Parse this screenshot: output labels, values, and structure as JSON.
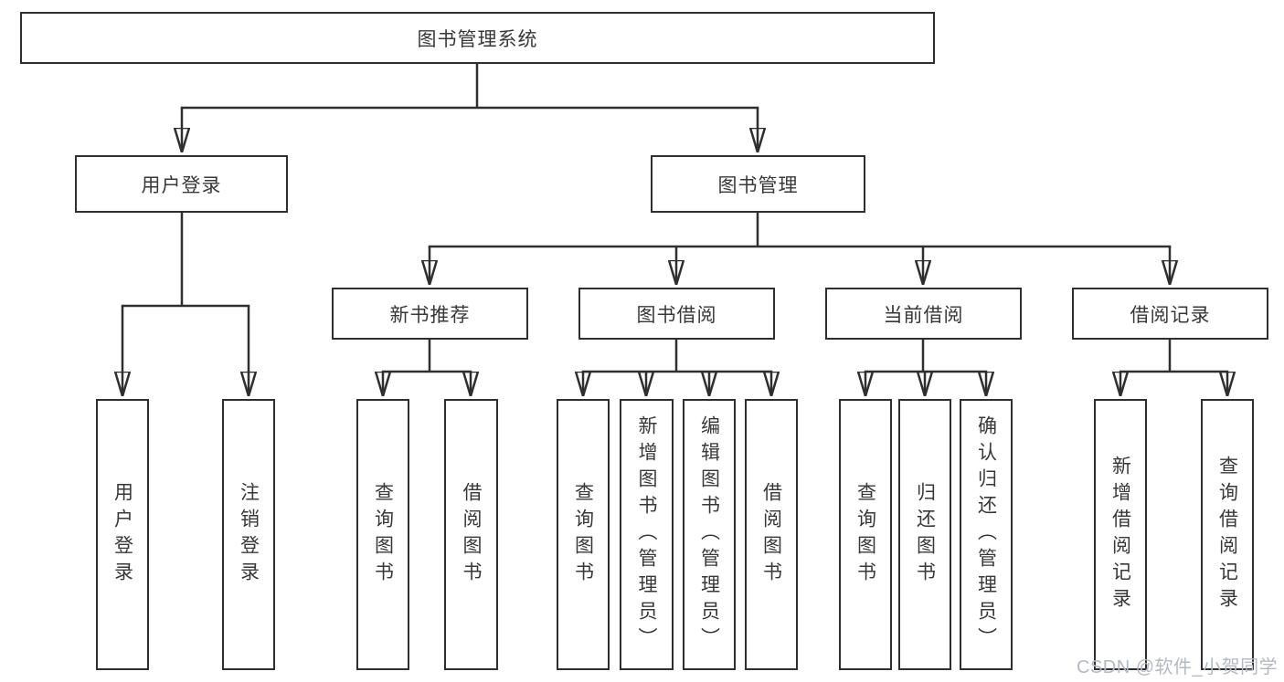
{
  "colors": {
    "line": "#2f2f2f",
    "text": "#383838",
    "background": "#ffffff",
    "watermark_color": "#b4b8c2"
  },
  "watermark": "CSDN @软件_小贺同学",
  "tree": {
    "root": "图书管理系统",
    "branches": [
      {
        "label": "用户登录",
        "leaves": [
          "用户登录",
          "注销登录"
        ]
      },
      {
        "label": "图书管理",
        "groups": [
          {
            "label": "新书推荐",
            "leaves": [
              "查询图书",
              "借阅图书"
            ]
          },
          {
            "label": "图书借阅",
            "leaves": [
              "查询图书",
              "新增图书（管理员）",
              "编辑图书（管理员）",
              "借阅图书"
            ]
          },
          {
            "label": "当前借阅",
            "leaves": [
              "查询图书",
              "归还图书",
              "确认归还（管理员）"
            ]
          },
          {
            "label": "借阅记录",
            "leaves": [
              "新增借阅记录",
              "查询借阅记录"
            ]
          }
        ]
      }
    ]
  }
}
